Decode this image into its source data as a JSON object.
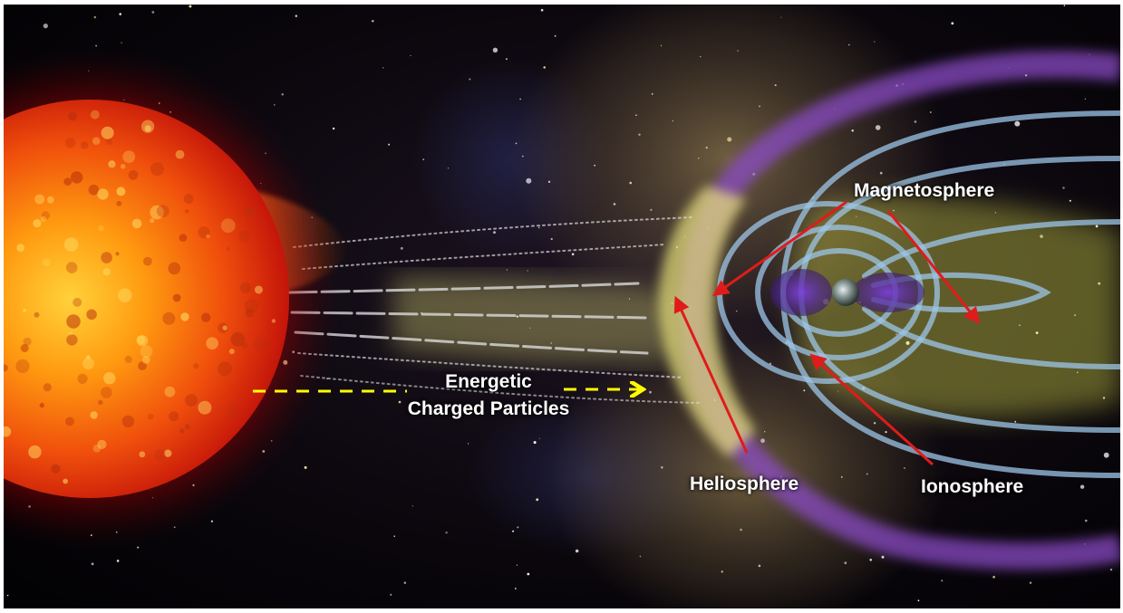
{
  "labels": {
    "particles_line1": "Energetic",
    "particles_line2": "Charged Particles",
    "magnetosphere": "Magnetosphere",
    "heliosphere": "Heliosphere",
    "ionosphere": "Ionosphere"
  },
  "colors": {
    "background": "#000000",
    "sun_core": "#ffb51c",
    "sun_edge": "#c4140a",
    "shock_glow": "#e8e27a",
    "field_lines": "#9cc6e8",
    "magnetopause": "#8a4bc4",
    "annotation_arrow": "#e01b1b",
    "particle_arrow": "#ffff00",
    "label_text": "#ffffff"
  },
  "icons": [
    "sun-icon",
    "earth-icon"
  ]
}
